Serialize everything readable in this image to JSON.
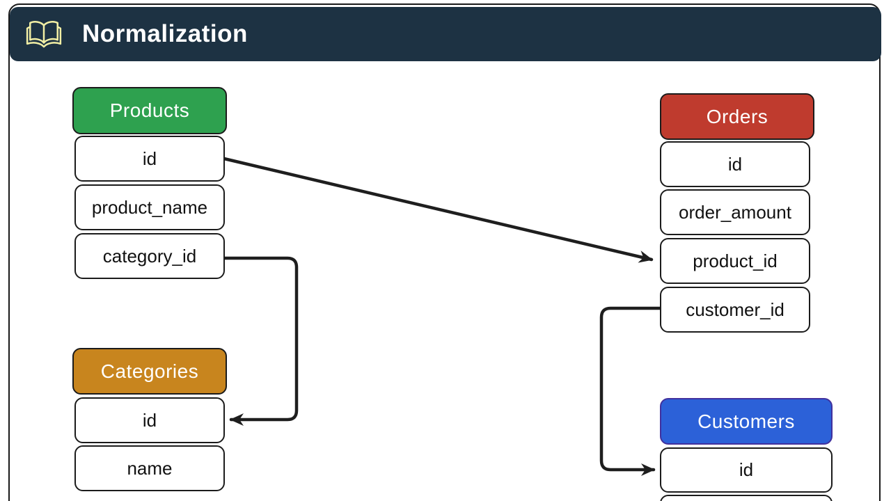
{
  "header": {
    "title": "Normalization",
    "bar_color": "#1d3243",
    "icon": "open-book",
    "icon_color": "#f2efa5"
  },
  "canvas": {
    "background": "#ffffff",
    "frame_border": "#1a1a1a",
    "arrow_color": "#1e1e1e"
  },
  "tables": {
    "products": {
      "name": "Products",
      "color": "#2ea14f",
      "border": "#1b1b1b",
      "fields": [
        "id",
        "product_name",
        "category_id"
      ]
    },
    "orders": {
      "name": "Orders",
      "color": "#bf3b2e",
      "border": "#1b1b1b",
      "fields": [
        "id",
        "order_amount",
        "product_id",
        "customer_id"
      ]
    },
    "categories": {
      "name": "Categories",
      "color": "#c8851e",
      "border": "#1b1b1b",
      "fields": [
        "id",
        "name"
      ]
    },
    "customers": {
      "name": "Customers",
      "color": "#2c61d8",
      "border": "#41319e",
      "fields": [
        "id"
      ]
    }
  },
  "relations": [
    {
      "from": "Products.id",
      "to": "Orders.product_id"
    },
    {
      "from": "Products.category_id",
      "to": "Categories.id"
    },
    {
      "from": "Orders.customer_id",
      "to": "Customers.id"
    }
  ]
}
